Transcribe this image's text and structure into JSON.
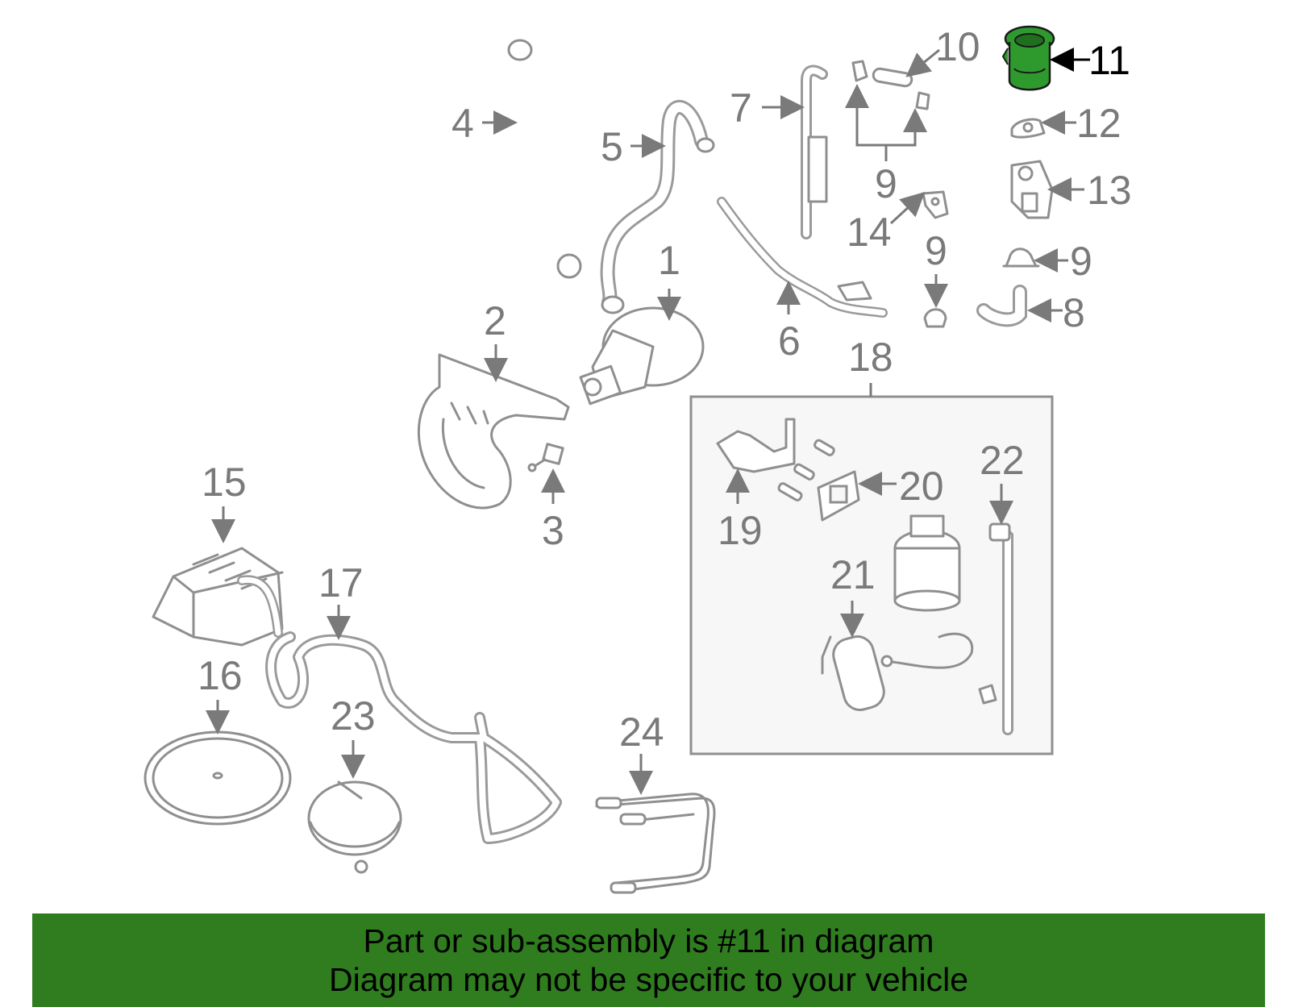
{
  "labels": {
    "p1": "1",
    "p2": "2",
    "p3": "3",
    "p4": "4",
    "p5": "5",
    "p6": "6",
    "p7": "7",
    "p8": "8",
    "p9a": "9",
    "p9b": "9",
    "p9c": "9",
    "p10": "10",
    "p11": "11",
    "p12": "12",
    "p13": "13",
    "p14": "14",
    "p15": "15",
    "p16": "16",
    "p17": "17",
    "p18": "18",
    "p19": "19",
    "p20": "20",
    "p21": "21",
    "p22": "22",
    "p23": "23",
    "p24": "24"
  },
  "footer": {
    "line1": "Part or sub-assembly is #11 in diagram",
    "line2": "Diagram may not be specific to your vehicle"
  },
  "colors": {
    "highlight_part": "#2e9a2e",
    "footer_bg": "#2f7d1f",
    "line_gray": "#8f8f8f"
  }
}
